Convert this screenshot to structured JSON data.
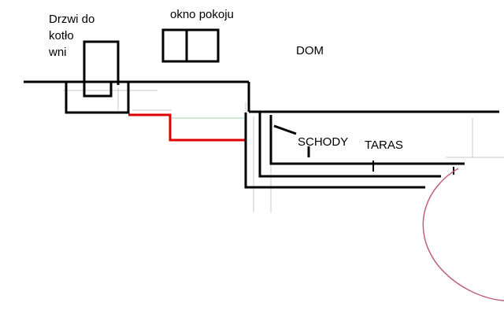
{
  "labels": {
    "door": "Drzwi do\nkotło\nwni",
    "window": "okno pokoju",
    "house": "DOM",
    "stairs": "SCHODY",
    "terrace": "TARAS"
  },
  "colors": {
    "wall": "#000000",
    "path": "#e00000",
    "arc": "#c0607a",
    "guide": "#c8c8c8",
    "guide_green": "#9fd6a8",
    "background": "#ffffff"
  }
}
